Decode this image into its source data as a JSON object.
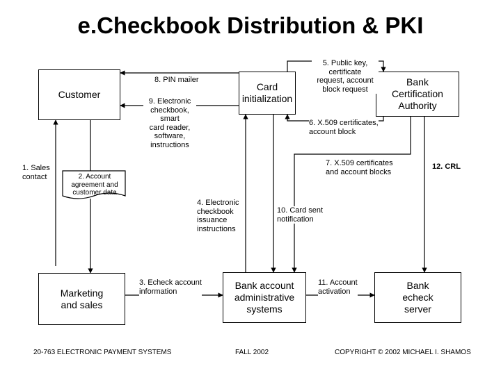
{
  "title": "e.Checkbook Distribution & PKI",
  "nodes": {
    "customer": "Customer",
    "card_init": "Card\ninitialization",
    "bank_ca": "Bank\nCertification\nAuthority",
    "marketing": "Marketing\nand sales",
    "bank_admin": "Bank account\nadministrative\nsystems",
    "echeck_server": "Bank\necheck\nserver"
  },
  "document_label": "2. Account\nagreement and\ncustomer data",
  "edges": {
    "sales_contact": "1. Sales\ncontact",
    "echeck_info": "3. Echeck account\ninformation",
    "issuance": "4. Electronic\ncheckbook\nissuance\ninstructions",
    "public_key": "5. Public key,\ncertificate\nrequest, account\nblock request",
    "x509_block": "6. X.509 certificates,\naccount block",
    "x509_blocks": "7. X.509 certificates\nand account blocks",
    "pin_mailer": "8. PIN mailer",
    "electronic_checkbook": "9. Electronic\ncheckbook,\nsmart\ncard reader,\nsoftware,\ninstructions",
    "card_sent": "10. Card sent\nnotification",
    "account_activation": "11. Account\nactivation",
    "crl": "12. CRL"
  },
  "footer": {
    "course": "20-763 ELECTRONIC PAYMENT SYSTEMS",
    "term": "FALL 2002",
    "copyright": "COPYRIGHT © 2002 MICHAEL I. SHAMOS"
  }
}
